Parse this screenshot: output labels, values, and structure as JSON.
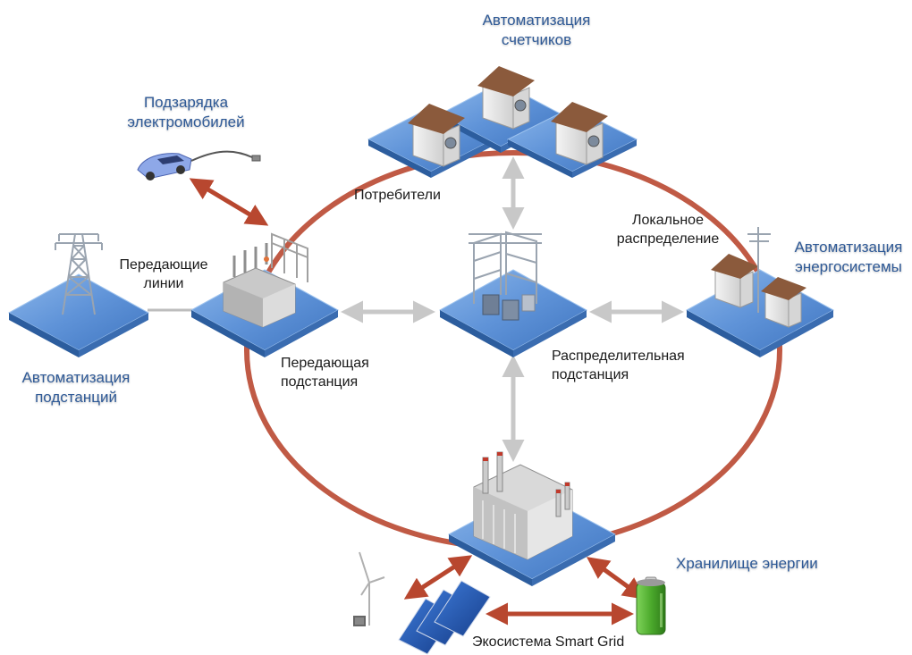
{
  "labels": {
    "meter_automation": [
      "Автоматизация",
      "счетчиков"
    ],
    "ev_charging": [
      "Подзарядка",
      "электромобилей"
    ],
    "consumers": "Потребители",
    "local_distribution": [
      "Локальное",
      "распределение"
    ],
    "grid_automation": [
      "Автоматизация",
      "энергосистемы"
    ],
    "transmission_lines": [
      "Передающие",
      "линии"
    ],
    "substation_automation": [
      "Автоматизация",
      "подстанций"
    ],
    "transmission_substation": [
      "Передающая",
      "подстанция"
    ],
    "distribution_substation": [
      "Распределительная",
      "подстанция"
    ],
    "energy_storage": "Хранилище энергии",
    "ecosystem": "Экосистема Smart Grid"
  },
  "colors": {
    "ring": "#c05a45",
    "arrow_red": "#b8472f",
    "arrow_gray": "#c8c8c8",
    "pad_top": "#5f93d8",
    "pad_side": "#2c5d9e",
    "label_blue": "#2f5a97",
    "battery": "#4caa2c"
  }
}
